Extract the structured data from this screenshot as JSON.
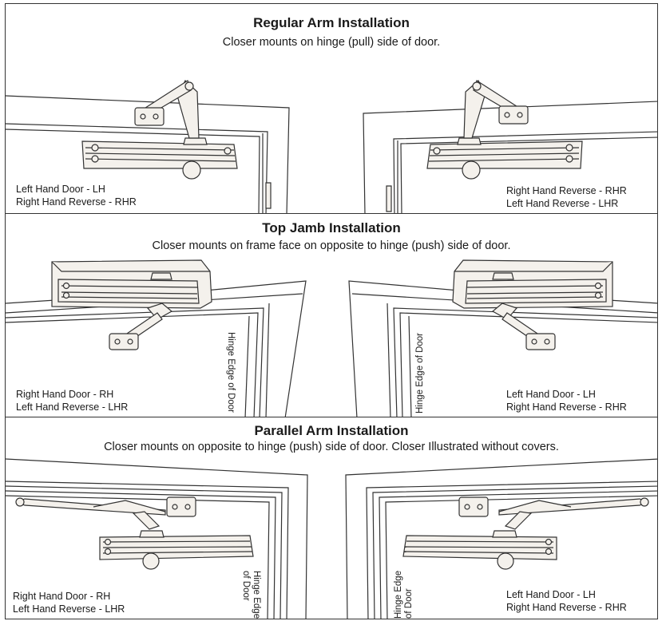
{
  "sections": [
    {
      "title": "Regular Arm Installation",
      "subtitle": "Closer mounts on hinge (pull) side of door.",
      "left_label": [
        "Left Hand Door - LH",
        "Right Hand Reverse - RHR"
      ],
      "right_label": [
        "Right Hand Reverse - RHR",
        "Left Hand Reverse  -  LHR"
      ]
    },
    {
      "title": "Top Jamb Installation",
      "subtitle": "Closer mounts on frame face on opposite to hinge (push) side of door.",
      "left_label": [
        "Right Hand Door - RH",
        "Left Hand Reverse - LHR"
      ],
      "right_label": [
        "Left Hand Door - LH",
        "Right Hand Reverse  -  RHR"
      ],
      "hinge_edge": "Hinge Edge of Door"
    },
    {
      "title": "Parallel Arm Installation",
      "subtitle": "Closer mounts on opposite to hinge (push) side of door. Closer Illustrated without covers.",
      "left_label": [
        "Right Hand Door - RH",
        "Left Hand Reverse - LHR"
      ],
      "right_label": [
        "Left Hand Door - LH",
        "Right Hand Reverse  -  RHR"
      ],
      "hinge_edge_left": [
        "Hinge Edge",
        "of Door"
      ],
      "hinge_edge_right": [
        "Hinge Edge",
        "of Door"
      ]
    }
  ],
  "colors": {
    "line": "#333333",
    "fill": "#f4f1ec",
    "shade": "#d9d4cc"
  }
}
